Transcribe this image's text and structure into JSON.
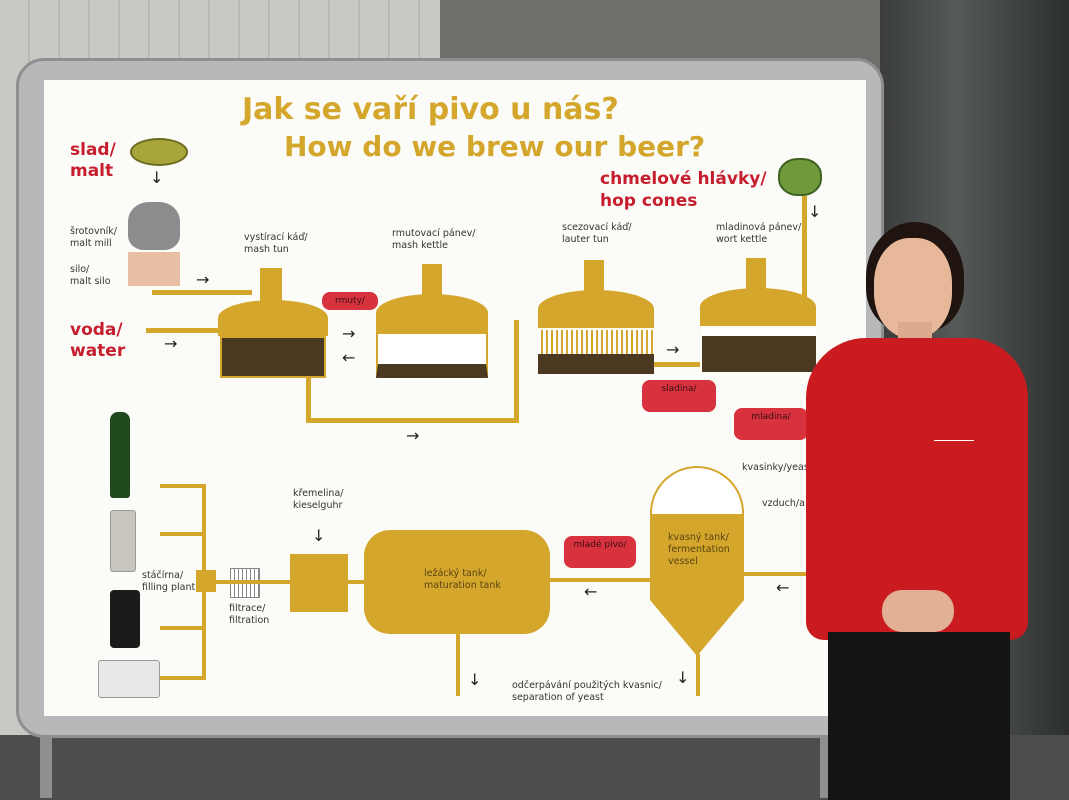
{
  "sign": {
    "title_cz": "Jak se vaří pivo u nás?",
    "title_en": "How do we brew our beer?",
    "malt": "slad/\nmalt",
    "hops": "chmelové hlávky/\nhop cones",
    "water": "voda/\nwater",
    "malt_mill": "šrotovník/\nmalt mill",
    "malt_silo": "silo/\nmalt silo",
    "mash_tun": "vystírací káď/\nmash tun",
    "mash_kettle": "rmutovací pánev/\nmash kettle",
    "lauter_tun": "scezovací káď/\nlauter tun",
    "wort_kettle": "mladinová pánev/\nwort kettle",
    "pill_mash": "rmuty/",
    "pill_sweet_wort": "sladina/",
    "pill_wort": "mladina/",
    "pill_young_beer": "mladé pivo/",
    "yeast": "kvasinky/yeas",
    "air": "vzduch/a",
    "kieselguhr": "křemelina/\nkieselguhr",
    "maturation_tank": "ležácký tank/\nmaturation tank",
    "fermentation_vessel": "kvasný tank/\nfermentation\nvessel",
    "filling_plant": "stáčírna/\nfilling plant",
    "filtration": "filtrace/\nfiltration",
    "yeast_separation": "odčerpávání použitých kvasnic/\nseparation of yeast"
  },
  "colors": {
    "gold": "#d4a72c",
    "red": "#c61e2e",
    "jacket": "#c91b20"
  }
}
